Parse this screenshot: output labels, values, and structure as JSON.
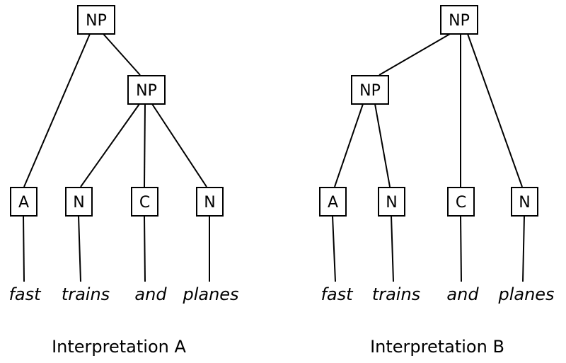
{
  "colors": {
    "background": "#ffffff",
    "line": "#000000",
    "text": "#000000"
  },
  "trees": [
    {
      "caption": "Interpretation A",
      "nodes": {
        "root": "NP",
        "inner": "NP",
        "pre0": "A",
        "pre1": "N",
        "pre2": "C",
        "pre3": "N"
      },
      "words": [
        "fast",
        "trains",
        "and",
        "planes"
      ]
    },
    {
      "caption": "Interpretation B",
      "nodes": {
        "root": "NP",
        "inner": "NP",
        "pre0": "A",
        "pre1": "N",
        "pre2": "C",
        "pre3": "N"
      },
      "words": [
        "fast",
        "trains",
        "and",
        "planes"
      ]
    }
  ]
}
